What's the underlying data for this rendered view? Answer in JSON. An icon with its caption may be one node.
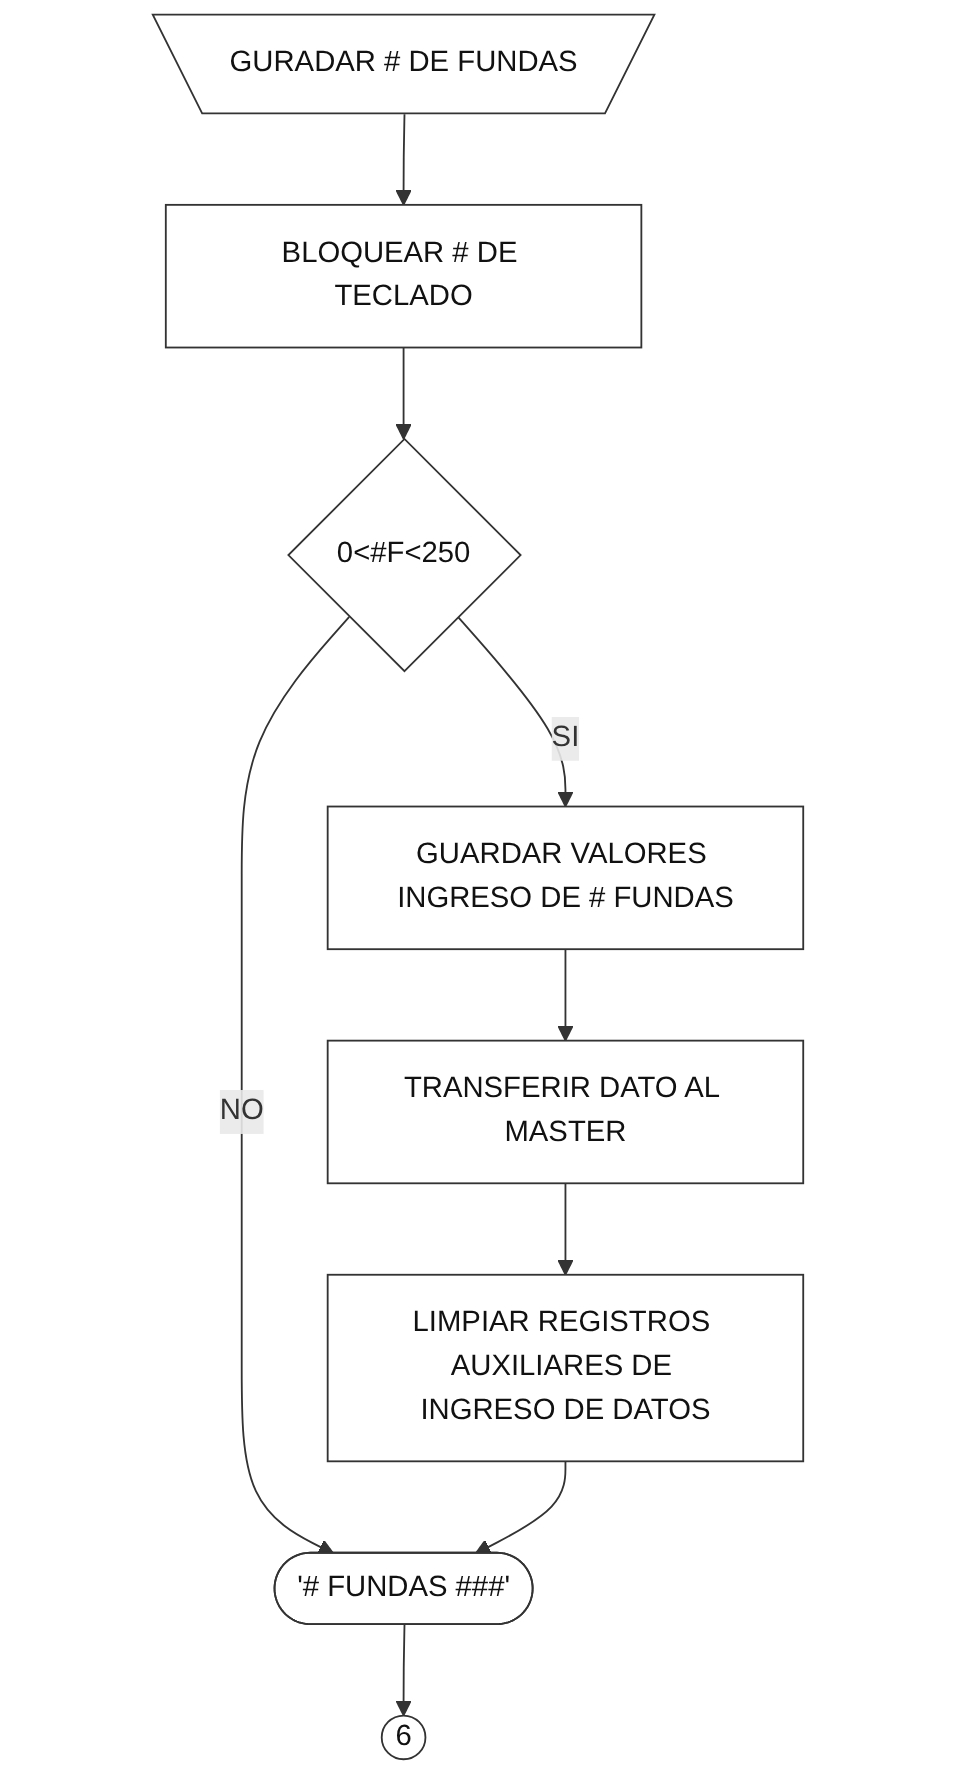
{
  "diagram": {
    "nodes": [
      {
        "text": [
          "GURADAR # DE FUNDAS"
        ]
      },
      {
        "text": [
          "BLOQUEAR # DE TECLADO"
        ]
      },
      {
        "text": [
          "0<#F<250"
        ]
      },
      {
        "text": [
          "GUARDAR VALORES INGRESO DE # FUNDAS"
        ]
      },
      {
        "text": [
          "TRANSFERIR DATO AL MASTER"
        ]
      },
      {
        "text": [
          "LIMPIAR REGISTROS AUXILIARES DE INGRESO DE DATOS"
        ]
      },
      {
        "text": [
          "'# FUNDAS ###'"
        ]
      },
      {
        "text": [
          "6"
        ]
      }
    ],
    "edges": [
      {
        "from": 0,
        "to": 1,
        "arrow": "to"
      },
      {
        "from": 1,
        "to": 2,
        "arrow": "to"
      },
      {
        "from": 2,
        "to": 3,
        "label": "SI",
        "arrow": "to"
      },
      {
        "from": 3,
        "to": 4,
        "arrow": "to"
      },
      {
        "from": 4,
        "to": 5,
        "arrow": "to"
      },
      {
        "from": 2,
        "to": 6,
        "label": "NO",
        "arrow": "to"
      },
      {
        "from": 5,
        "to": 6,
        "arrow": "to"
      },
      {
        "from": 6,
        "to": 7,
        "arrow": "to"
      }
    ]
  }
}
